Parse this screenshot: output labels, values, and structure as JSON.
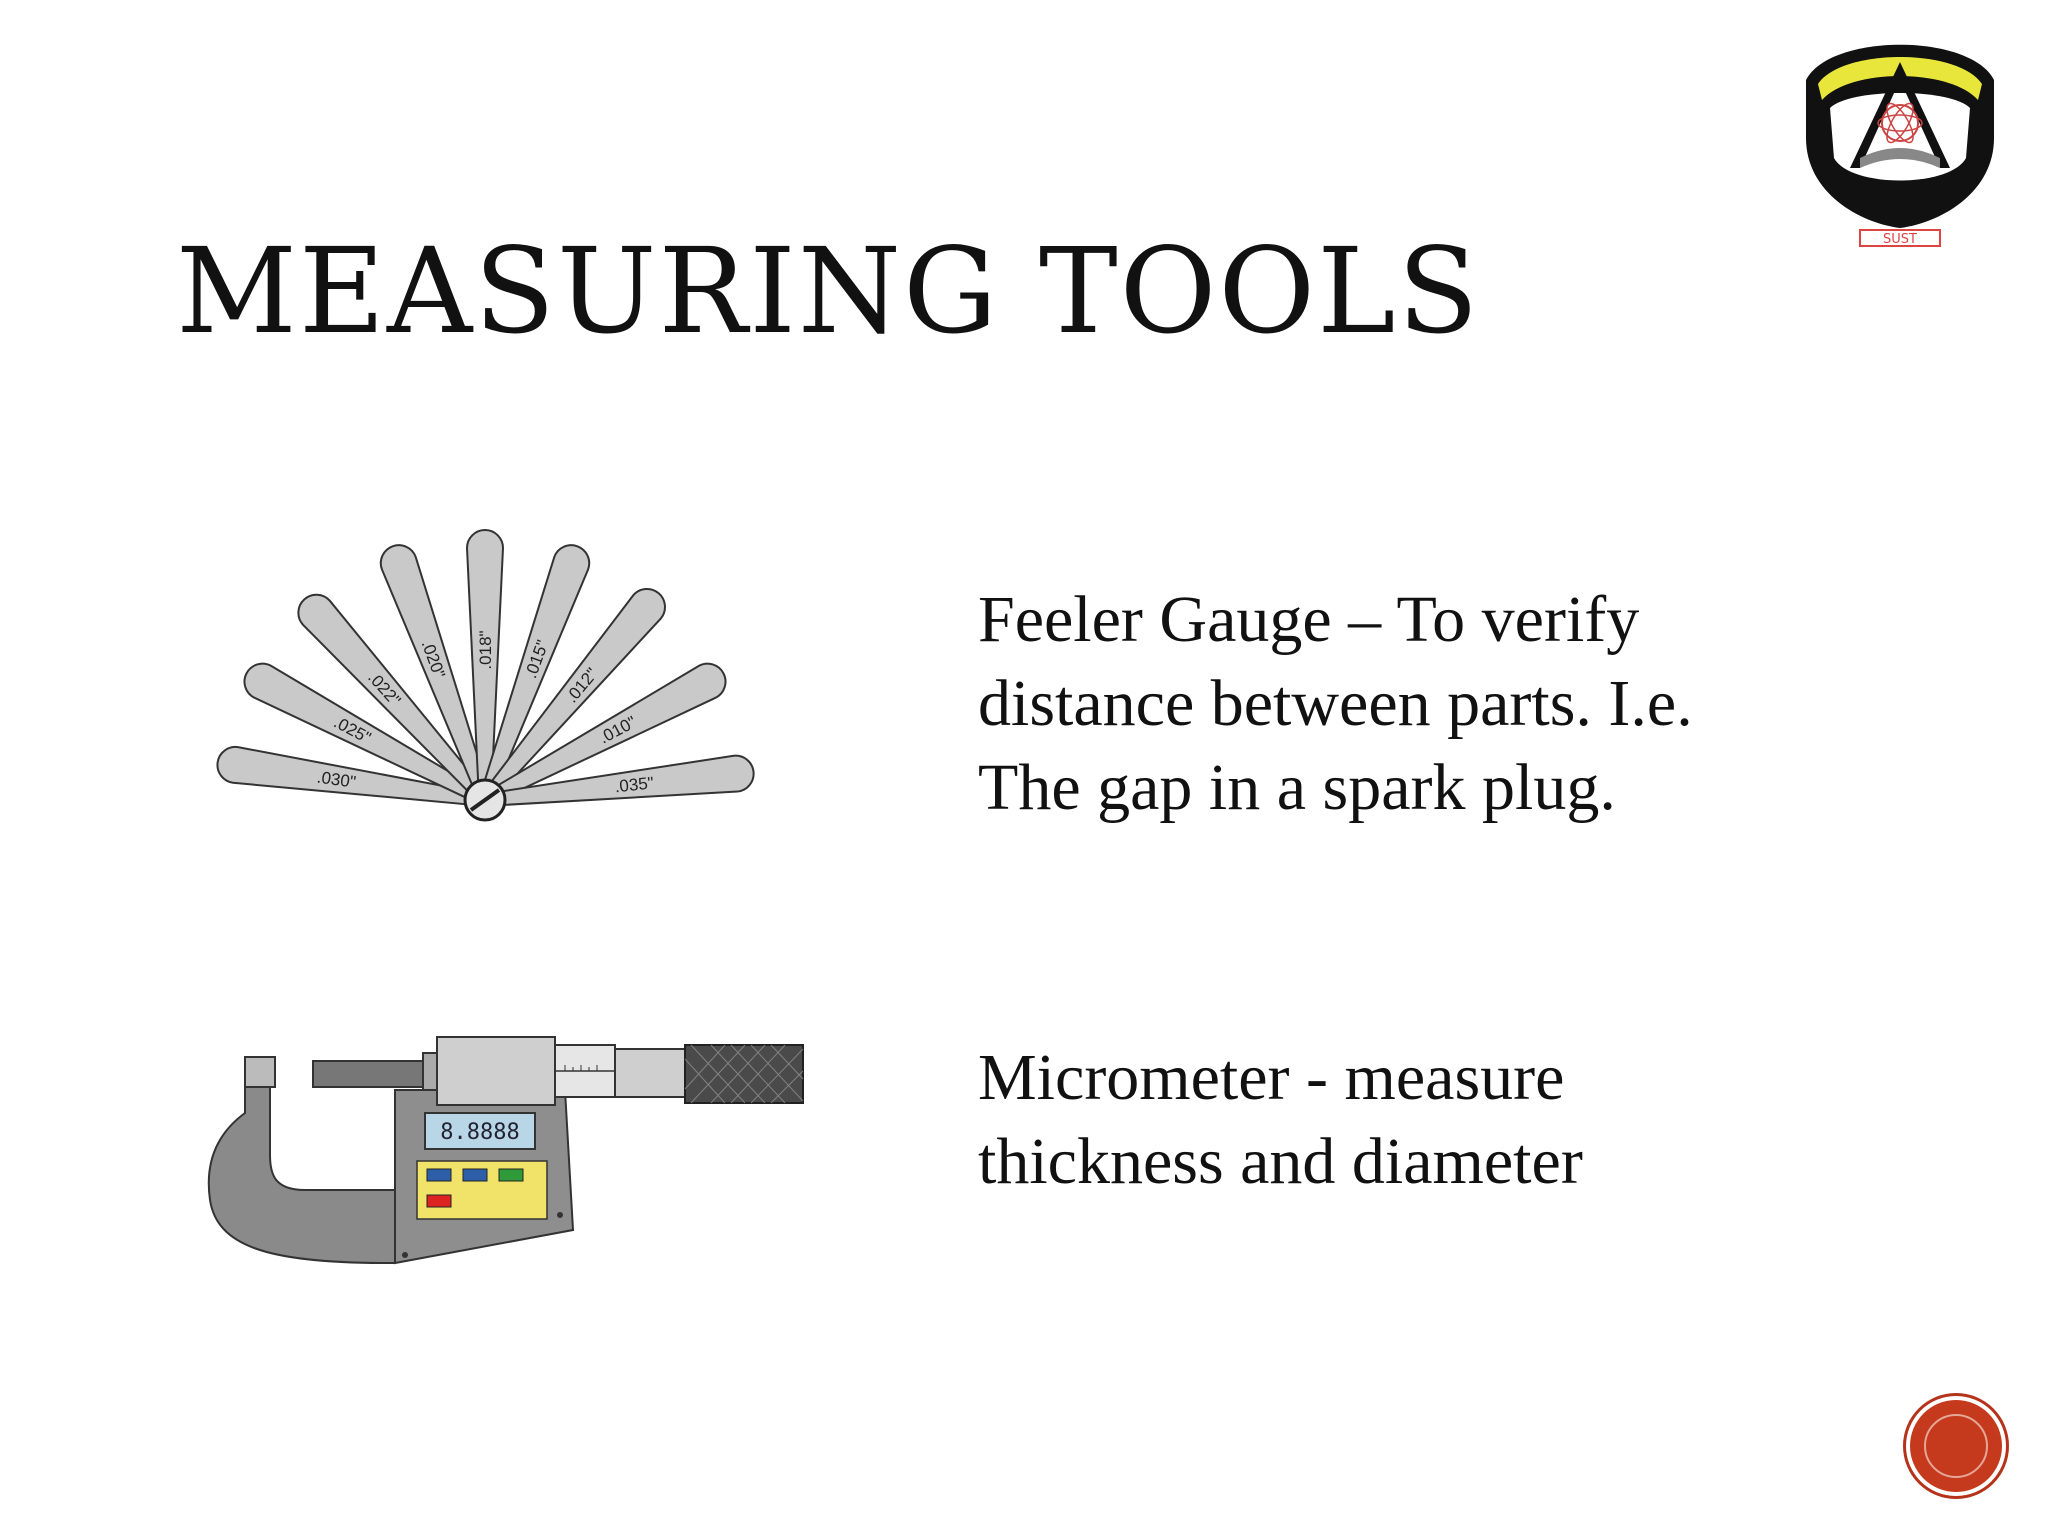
{
  "slide": {
    "title": "MEASURING TOOLS",
    "items": [
      {
        "lines": [
          "Feeler Gauge – To verify",
          "distance between parts. I.e.",
          "The gap in a spark plug."
        ]
      },
      {
        "lines": [
          "Micrometer -   measure",
          "thickness and diameter"
        ]
      }
    ],
    "feeler_gauge_labels": [
      ".030\"",
      ".025\"",
      ".022\"",
      ".020\"",
      ".018\"",
      ".015\"",
      ".012\"",
      ".010\"",
      ".035\""
    ],
    "micrometer_display": "8.8888",
    "logo_caption": "SUST"
  },
  "colors": {
    "accent": "#c53a1c",
    "blade": "#c9c9c9",
    "logo_yellow": "#e8e63a"
  },
  "icons": {
    "next": "next-slide-button"
  }
}
